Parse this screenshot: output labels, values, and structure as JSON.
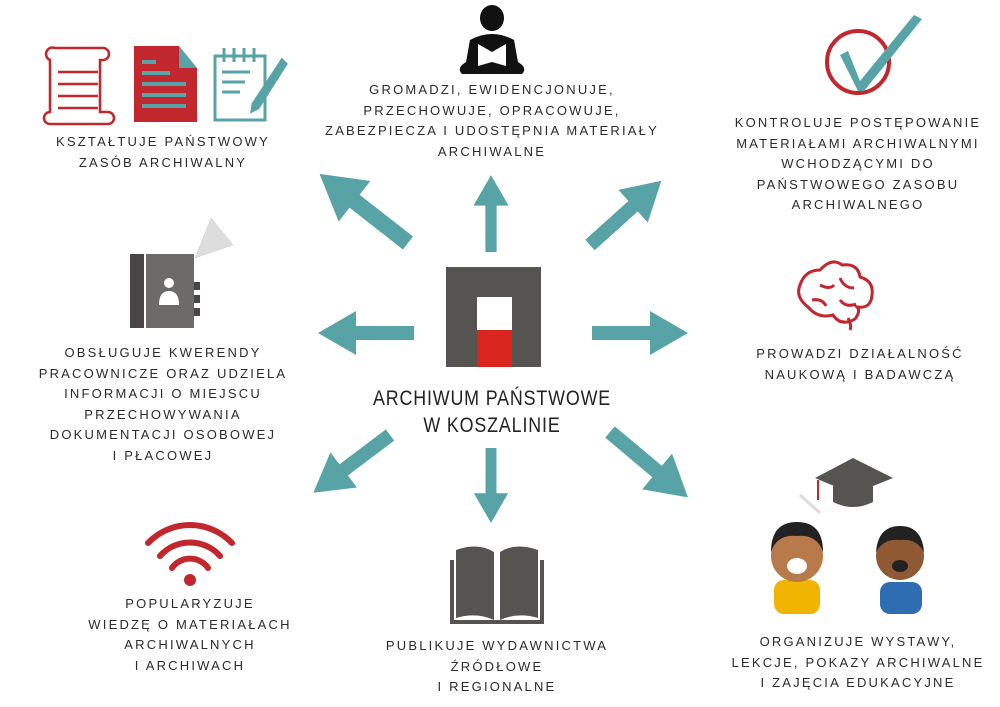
{
  "colors": {
    "arrow": "#57a3a6",
    "red": "#c1272d",
    "dark": "#555450",
    "logo_red": "#d9251d"
  },
  "center": {
    "lines": [
      "ARCHIWUM PAŃSTWOWE",
      "W KOSZALINIE"
    ]
  },
  "tasks": [
    {
      "id": "shape",
      "icon": "documents-icon",
      "lines": [
        "KSZTAŁTUJE PAŃSTWOWY",
        "ZASÓB ARCHIWALNY"
      ]
    },
    {
      "id": "collect",
      "icon": "reading-person-icon",
      "lines": [
        "GROMADZI, EWIDENCJONUJE,",
        "PRZECHOWUJE, OPRACOWUJE,",
        "ZABEZPIECZA I UDOSTĘPNIA MATERIAŁY",
        "ARCHIWALNE"
      ]
    },
    {
      "id": "control",
      "icon": "checkmark-icon",
      "lines": [
        "KONTROLUJE POSTĘPOWANIE",
        "MATERIAŁAMI ARCHIWALNYMI",
        "WCHODZĄCYMI DO",
        "PAŃSTWOWEGO ZASOBU",
        "ARCHIWALNEGO"
      ]
    },
    {
      "id": "queries",
      "icon": "address-book-icon",
      "lines": [
        "OBSŁUGUJE KWERENDY",
        "PRACOWNICZE ORAZ UDZIELA",
        "INFORMACJI O MIEJSCU",
        "PRZECHOWYWANIA",
        "DOKUMENTACJI OSOBOWEJ",
        "I PŁACOWEJ"
      ]
    },
    {
      "id": "research",
      "icon": "brain-icon",
      "lines": [
        "PROWADZI DZIAŁALNOŚĆ",
        "NAUKOWĄ I BADAWCZĄ"
      ]
    },
    {
      "id": "popularize",
      "icon": "wifi-icon",
      "lines": [
        "POPULARYZUJE",
        "WIEDZĘ O MATERIAŁACH",
        "ARCHIWALNYCH",
        "I ARCHIWACH"
      ]
    },
    {
      "id": "publish",
      "icon": "open-book-icon",
      "lines": [
        "PUBLIKUJE WYDAWNICTWA",
        "ŹRÓDŁOWE",
        "I REGIONALNE"
      ]
    },
    {
      "id": "educate",
      "icon": "students-icon",
      "lines": [
        "ORGANIZUJE WYSTAWY,",
        "LEKCJE, POKAZY ARCHIWALNE",
        "I ZAJĘCIA EDUKACYJNE"
      ]
    }
  ]
}
